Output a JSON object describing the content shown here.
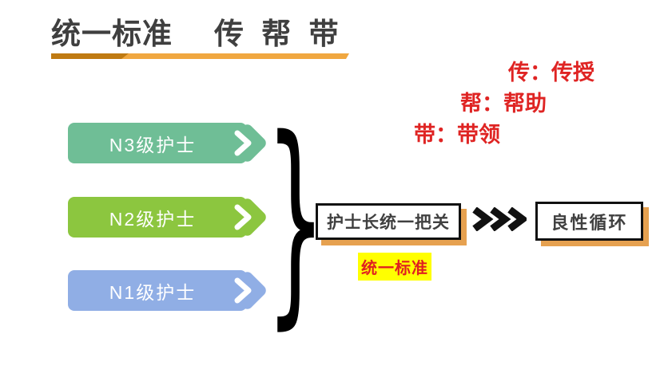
{
  "slide": {
    "background": "#FFFFFF",
    "title": {
      "part1": "统一标准",
      "part2": "传 帮 带"
    },
    "title_color": "#3F3F3F",
    "underline": {
      "dark_color": "#BF7A12",
      "light_color": "#F0A740"
    },
    "definitions": {
      "color": "#DF2423",
      "items": [
        {
          "label": "传：传授"
        },
        {
          "label": "帮：帮助"
        },
        {
          "label": "带：带领"
        }
      ]
    },
    "levels": [
      {
        "label": "N3级护士",
        "color": "#6FBE96"
      },
      {
        "label": "N2级护士",
        "color": "#8CC63F"
      },
      {
        "label": "N1级护士",
        "color": "#90AEE5"
      }
    ],
    "brace_glyph": "}",
    "gate_box": {
      "label": "护士长统一把关",
      "text_color": "#404040",
      "shadow_color": "#E6A150"
    },
    "caption": {
      "label": "统一标准",
      "text_color": "#E02020",
      "bg_color": "#FFFF00"
    },
    "result_box": {
      "label": "良性循环",
      "text_color": "#404040",
      "shadow_color": "#E6A150"
    }
  }
}
